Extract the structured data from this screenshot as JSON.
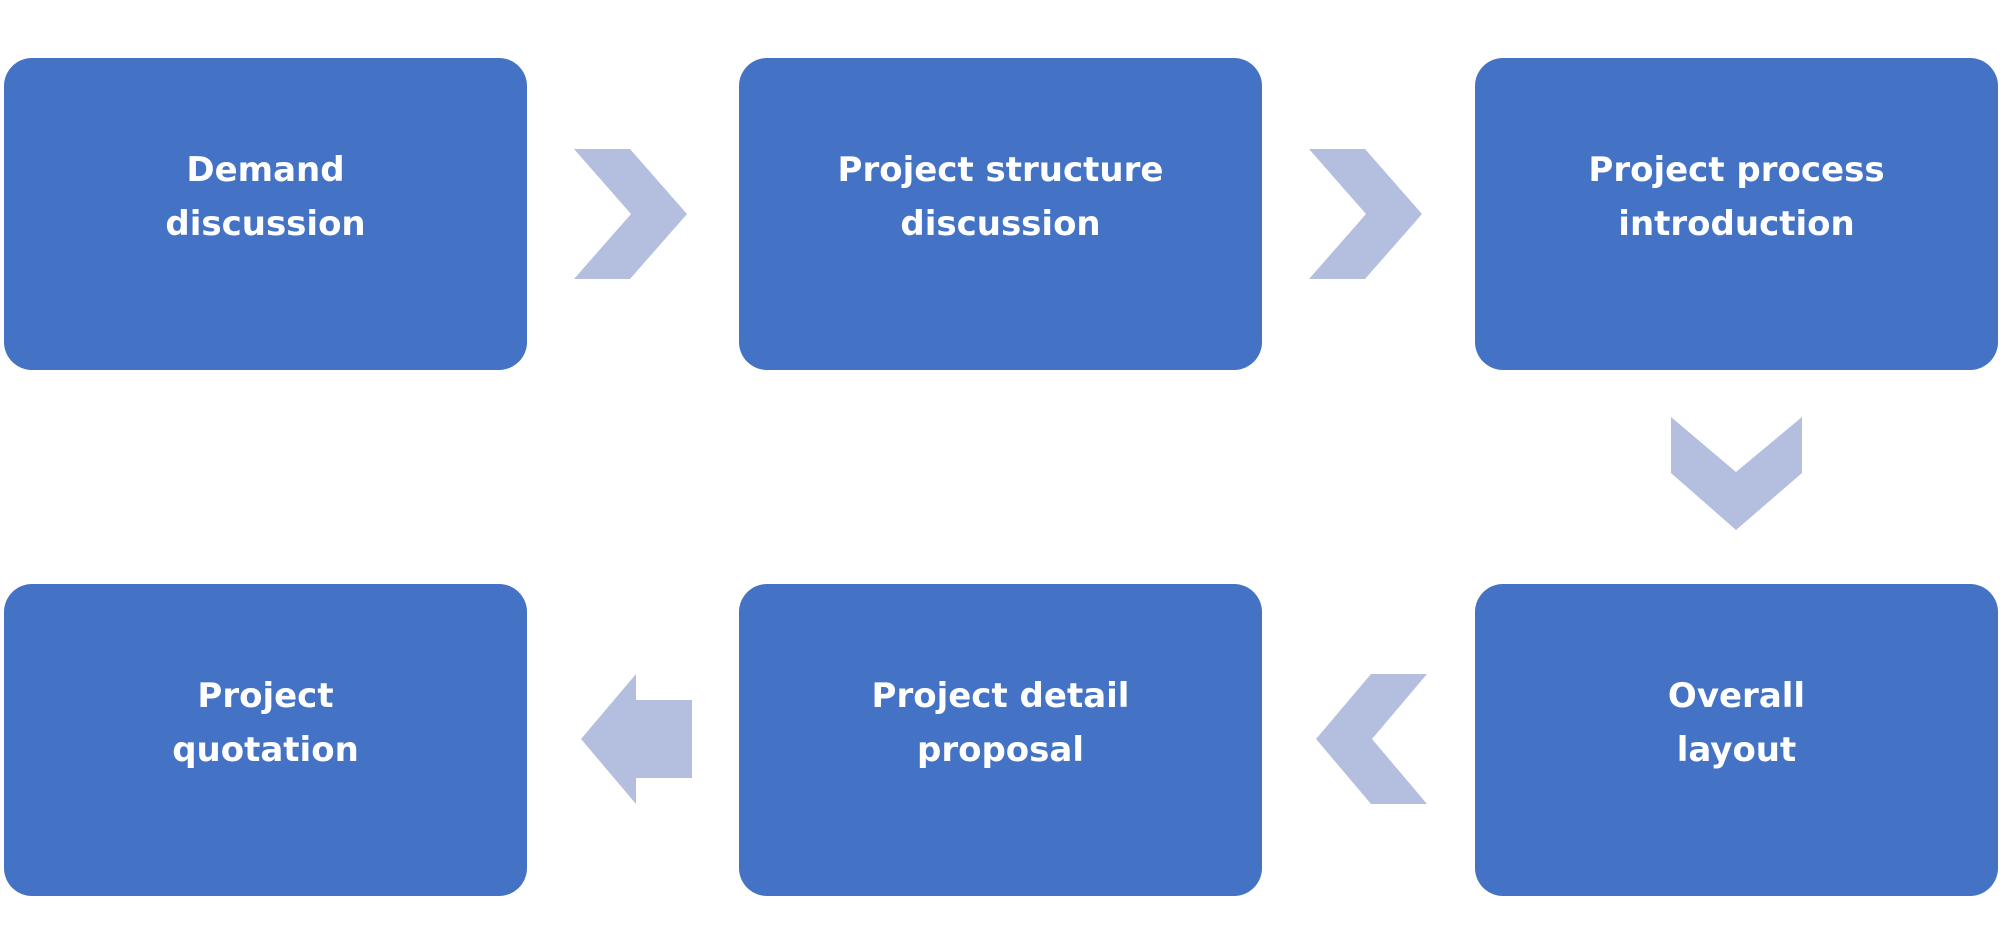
{
  "diagram": {
    "steps": [
      {
        "label": "Demand\ndiscussion"
      },
      {
        "label": "Project structure\ndiscussion"
      },
      {
        "label": "Project process\nintroduction"
      },
      {
        "label": "Overall\nlayout"
      },
      {
        "label": "Project detail\nproposal"
      },
      {
        "label": "Project\nquotation"
      }
    ],
    "colors": {
      "box": "#4472c4",
      "text": "#ffffff",
      "connector": "#b4bfe0"
    }
  }
}
